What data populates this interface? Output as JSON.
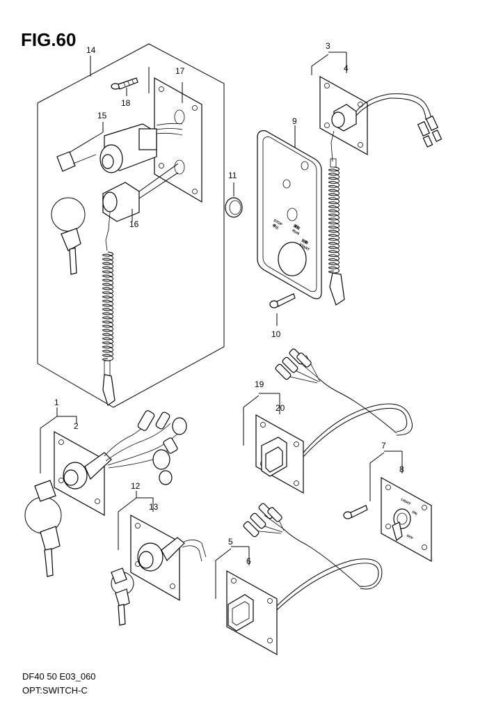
{
  "figure": {
    "title": "FIG.60",
    "model_code": "DF40 50 E03_060",
    "section_name": "OPT:SWITCH-C"
  },
  "callouts": [
    "1",
    "2",
    "3",
    "4",
    "5",
    "6",
    "7",
    "8",
    "9",
    "10",
    "11",
    "12",
    "13",
    "14",
    "15",
    "16",
    "17",
    "18",
    "19",
    "20"
  ],
  "panel_labels": {
    "stop": "STOP",
    "stop_jp": "停止",
    "run": "RUN",
    "run_jp": "運転",
    "start": "START",
    "start_jp": "始動",
    "light": "LIGHT",
    "on": "ON",
    "off": "OFF"
  }
}
